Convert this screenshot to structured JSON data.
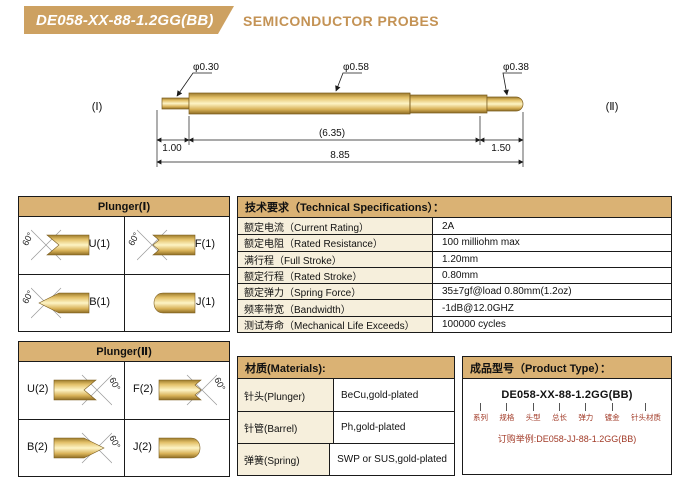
{
  "colors": {
    "accent_tan": "#CDA161",
    "table_header_tan": "#DAB274",
    "label_cell_cream": "#F6EFDC",
    "maroon_text": "#A23B28"
  },
  "header": {
    "model": "DE058-XX-88-1.2GG(BB)",
    "title": "SEMICONDUCTOR PROBES"
  },
  "drawing": {
    "dia_left": "φ0.30",
    "dia_mid": "φ0.58",
    "dia_right": "φ0.38",
    "end_label_left": "(Ⅰ)",
    "end_label_right": "(Ⅱ)",
    "dim_left": "1.00",
    "dim_mid": "(6.35)",
    "dim_right": "1.50",
    "dim_total": "8.85"
  },
  "plunger1": {
    "title": "Plunger(Ⅰ)",
    "items": [
      {
        "label": "U(1)",
        "angle": "60°"
      },
      {
        "label": "F(1)",
        "angle": "60°"
      },
      {
        "label": "B(1)",
        "angle": "60°"
      },
      {
        "label": "J(1)",
        "angle": ""
      }
    ]
  },
  "plunger2": {
    "title": "Plunger(Ⅱ)",
    "items": [
      {
        "label": "U(2)",
        "angle": "60°"
      },
      {
        "label": "F(2)",
        "angle": "60°"
      },
      {
        "label": "B(2)",
        "angle": "60°"
      },
      {
        "label": "J(2)",
        "angle": ""
      }
    ]
  },
  "specs": {
    "title": "技术要求（Technical Specifications）：",
    "rows": [
      {
        "label": "额定电流（Current Rating）",
        "value": "2A"
      },
      {
        "label": "额定电阻（Rated Resistance）",
        "value": "100 milliohm max"
      },
      {
        "label": "满行程（Full Stroke）",
        "value": "1.20mm"
      },
      {
        "label": "额定行程（Rated Stroke）",
        "value": "0.80mm"
      },
      {
        "label": "额定弹力（Spring Force）",
        "value": "35±7gf@load 0.80mm(1.2oz)"
      },
      {
        "label": "频率带宽（Bandwidth）",
        "value": "-1dB@12.0GHZ"
      },
      {
        "label": "测试寿命（Mechanical Life Exceeds）",
        "value": "100000 cycles"
      }
    ]
  },
  "materials": {
    "title": "材质(Materials):",
    "rows": [
      {
        "label": "针头(Plunger)",
        "value": "BeCu,gold-plated"
      },
      {
        "label": "针管(Barrel)",
        "value": "Ph,gold-plated"
      },
      {
        "label": "弹簧(Spring)",
        "value": "SWP or SUS,gold-plated"
      }
    ]
  },
  "product": {
    "title": "成品型号（Product Type）：",
    "model": "DE058-XX-88-1.2GG(BB)",
    "labels": [
      "系列",
      "规格",
      "头型",
      "总长",
      "弹力",
      "镀金",
      "针头材质"
    ],
    "order_example": "订购举例:DE058-JJ-88-1.2GG(BB)"
  }
}
